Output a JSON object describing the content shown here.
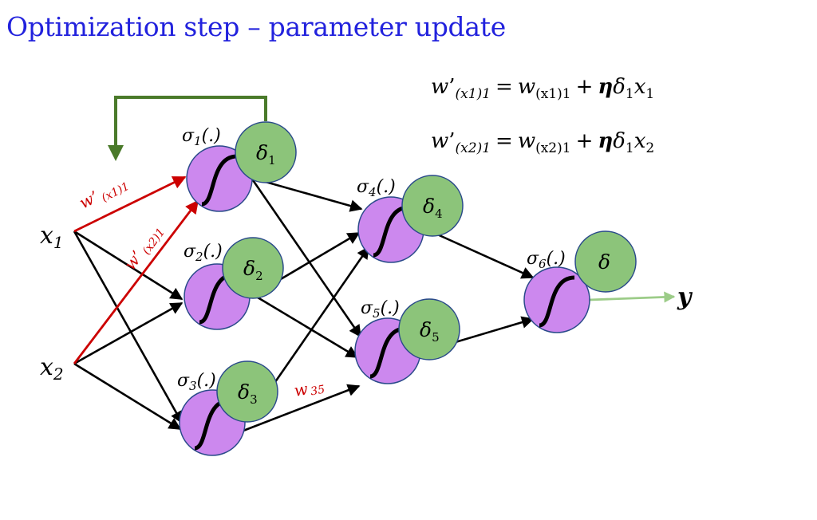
{
  "title": "Optimization step – parameter update",
  "equations": [
    {
      "lhs_var": "w",
      "lhs_prime": "’",
      "lhs_sub": "(x1)1",
      "eq": "=",
      "rhs_var": "w",
      "rhs_sub": "(x1)1",
      "plus": "+",
      "eta": "η",
      "delta": "δ",
      "delta_sub": "1",
      "x": "x",
      "x_sub": "1"
    },
    {
      "lhs_var": "w",
      "lhs_prime": "’",
      "lhs_sub": "(x2)1",
      "eq": "=",
      "rhs_var": "w",
      "rhs_sub": "(x2)1",
      "plus": "+",
      "eta": "η",
      "delta": "δ",
      "delta_sub": "1",
      "x": "x",
      "x_sub": "2"
    }
  ],
  "inputs": [
    {
      "name": "x",
      "sub": "1"
    },
    {
      "name": "x",
      "sub": "2"
    }
  ],
  "neurons": [
    {
      "sigma": "σ",
      "sub": "1",
      "arg": "(.)",
      "delta": "δ",
      "delta_sub": "1"
    },
    {
      "sigma": "σ",
      "sub": "2",
      "arg": "(.)",
      "delta": "δ",
      "delta_sub": "2"
    },
    {
      "sigma": "σ",
      "sub": "3",
      "arg": "(.)",
      "delta": "δ",
      "delta_sub": "3"
    },
    {
      "sigma": "σ",
      "sub": "4",
      "arg": "(.)",
      "delta": "δ",
      "delta_sub": "4"
    },
    {
      "sigma": "σ",
      "sub": "5",
      "arg": "(.)",
      "delta": "δ",
      "delta_sub": "5"
    },
    {
      "sigma": "σ",
      "sub": "6",
      "arg": "(.)",
      "delta": "δ",
      "delta_sub": ""
    }
  ],
  "output": {
    "name": "y"
  },
  "weight_labels": [
    {
      "w": "w",
      "prime": "’",
      "sub": "(x1)1"
    },
    {
      "w": "w",
      "prime": "’",
      "sub": "(x2)1"
    },
    {
      "w": "w",
      "prime": "",
      "sub": "35"
    }
  ],
  "colors": {
    "title": "#2222dd",
    "neuron_fill": "#cc88ee",
    "delta_fill": "#8cc47a",
    "updated_weight": "#cc0000",
    "feedback_arrow": "#4a7a2a",
    "output_arrow": "#9ccc88",
    "edges": "#000000"
  }
}
